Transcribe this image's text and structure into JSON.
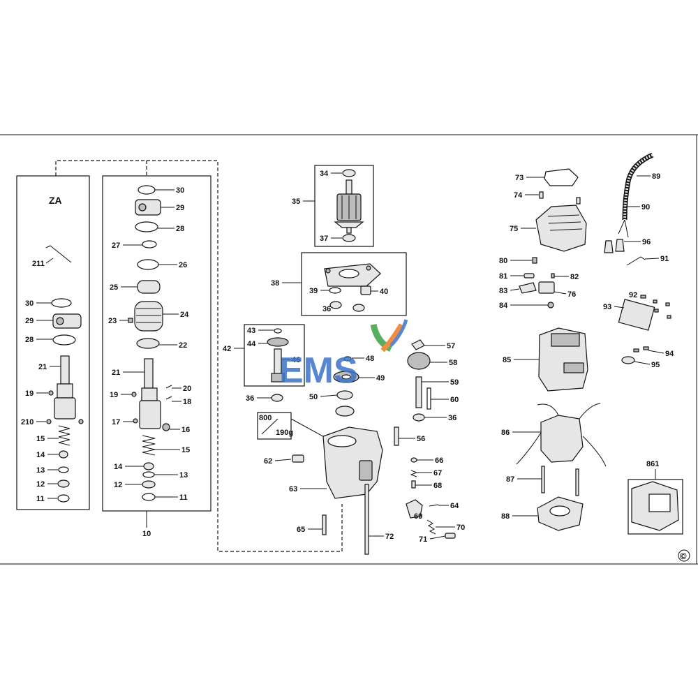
{
  "brand": {
    "logo_text": "EMS",
    "colors": {
      "blue": "#3b73c8",
      "green": "#3aa043",
      "orange": "#f07a1e",
      "ink": "#111111"
    }
  },
  "group_label": "ZA",
  "assembly_label": "10",
  "copyright": "©",
  "callouts": {
    "c30": "30",
    "c29": "29",
    "c28": "28",
    "c27": "27",
    "c26": "26",
    "c25": "25",
    "c24": "24",
    "c23": "23",
    "c22": "22",
    "c21": "21",
    "c20": "20",
    "c19": "19",
    "c18": "18",
    "c17": "17",
    "c16": "16",
    "c15": "15",
    "c14": "14",
    "c13": "13",
    "c12": "12",
    "c11": "11",
    "za30": "30",
    "za29": "29",
    "za28": "28",
    "za21": "21",
    "za19": "19",
    "za210": "210",
    "za15": "15",
    "za14": "14",
    "za13": "13",
    "za12": "12",
    "za11": "11",
    "za211": "211",
    "c34": "34",
    "c35": "35",
    "c37": "37",
    "c38": "38",
    "c39": "39",
    "c40": "40",
    "c36a": "36",
    "c42": "42",
    "c43": "43",
    "c44": "44",
    "c46": "46",
    "c48": "48",
    "c49": "49",
    "c36b": "36",
    "c50": "50",
    "c57": "57",
    "c58": "58",
    "c59": "59",
    "c60": "60",
    "c36c": "36",
    "c56": "56",
    "c800": "800",
    "c190g": "190g",
    "c62": "62",
    "c63": "63",
    "c65": "65",
    "c72": "72",
    "c66": "66",
    "c67": "67",
    "c68": "68",
    "c64": "64",
    "c69": "69",
    "c70": "70",
    "c71": "71",
    "c73": "73",
    "c74": "74",
    "c75": "75",
    "c80": "80",
    "c81": "81",
    "c82": "82",
    "c83": "83",
    "c76": "76",
    "c84": "84",
    "c85": "85",
    "c86": "86",
    "c87": "87",
    "c88": "88",
    "c89": "89",
    "c90": "90",
    "c96": "96",
    "c91": "91",
    "c92": "92",
    "c93": "93",
    "c94": "94",
    "c95": "95",
    "c861": "861"
  }
}
